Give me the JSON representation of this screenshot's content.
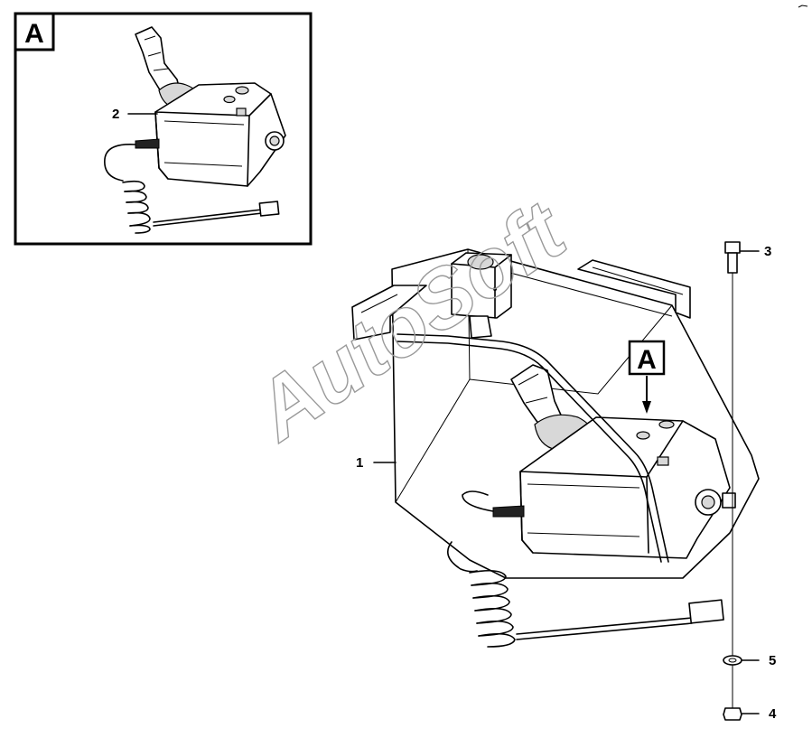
{
  "detail_view": {
    "letter": "A"
  },
  "main_view": {
    "letter": "A"
  },
  "callouts": [
    "1",
    "2",
    "3",
    "4",
    "5"
  ],
  "watermark": "AutoSoft"
}
